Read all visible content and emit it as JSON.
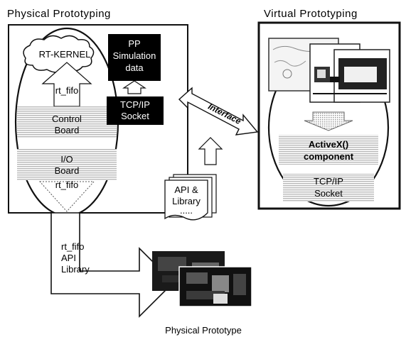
{
  "titles": {
    "physical": "Physical Prototyping",
    "virtual": "Virtual Prototyping",
    "prototype": "Physical Prototype"
  },
  "physical": {
    "kernel": "RT-KERNEL",
    "pp_sim": [
      "PP",
      "Simulation",
      "data"
    ],
    "rt_fifo_top": "rt_fifo",
    "tcp_socket": [
      "TCP/IP",
      "Socket"
    ],
    "control_board": [
      "Control",
      "Board"
    ],
    "io_board": [
      "I/O",
      "Board"
    ],
    "rt_fifo_bottom": "rt_fifo"
  },
  "interface_label": "Interface",
  "api_doc": [
    "API &",
    "Library",
    "....."
  ],
  "virtual": {
    "activex": [
      "ActiveX()",
      "component"
    ],
    "tcp_socket": [
      "TCP/IP",
      "Socket"
    ]
  },
  "arrow_label": [
    "rt_fifo",
    "API",
    "Library"
  ],
  "colors": {
    "ink": "#111111",
    "stripe": "#c9c9c9",
    "dark_box": "#000000",
    "paper": "#ffffff"
  }
}
